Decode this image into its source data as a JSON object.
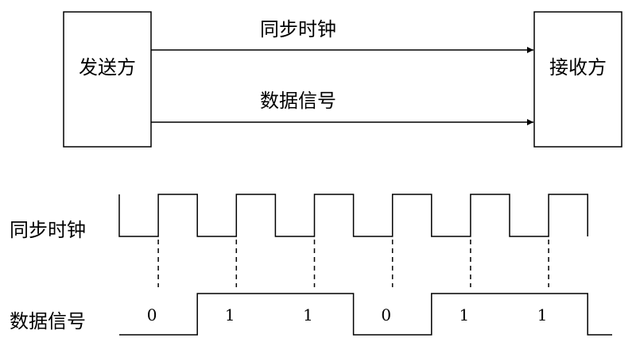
{
  "sender": {
    "label": "发送方"
  },
  "receiver": {
    "label": "接收方"
  },
  "arrows": [
    {
      "label": "同步时钟"
    },
    {
      "label": "数据信号"
    }
  ],
  "timing": {
    "clock_label": "同步时钟",
    "data_label": "数据信号",
    "bits": [
      "0",
      "1",
      "1",
      "0",
      "1",
      "1"
    ],
    "clock_pulses": 6
  }
}
